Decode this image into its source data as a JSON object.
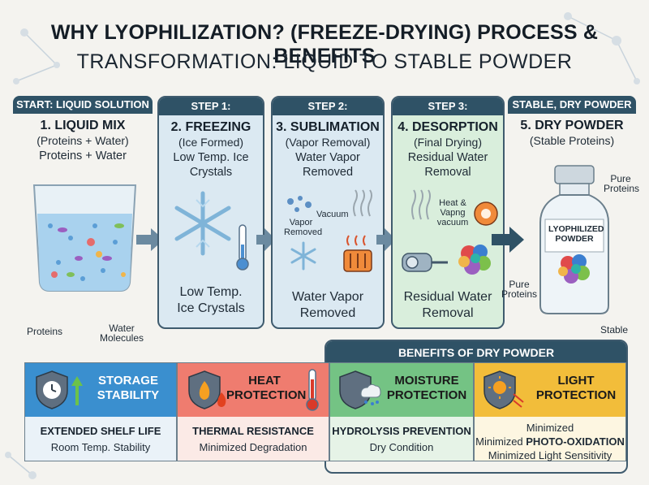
{
  "title": "WHY LYOPHILIZATION? (FREEZE-DRYING) PROCESS & BENEFITS",
  "subtitle": "TRANSFORMATION: LIQUID TO STABLE POWDER",
  "columns": [
    {
      "header": "START: LIQUID SOLUTION",
      "title": "1. LIQUID MIX",
      "sub": "(Proteins + Water)",
      "note": "Proteins + Water",
      "labels": [
        "Proteins",
        "Water Molecules"
      ]
    },
    {
      "header": "STEP 1:",
      "title": "2. FREEZING",
      "sub": "(Ice Formed)",
      "note": "Low Temp. Ice Crystals",
      "bottom": "Low Temp. Ice Crystals"
    },
    {
      "header": "STEP 2:",
      "title": "3. SUBLIMATION",
      "sub": "(Vapor Removal)",
      "note": "Water Vapor Removed",
      "bottom": "Water Vapor Removed",
      "labels": [
        "Vacuum",
        "Vapor Removed"
      ]
    },
    {
      "header": "STEP 3:",
      "title": "4. DESORPTION",
      "sub": "(Final Drying)",
      "note": "Residual Water Removal",
      "bottom": "Residual Water Removal",
      "labels": [
        "Heat & Vapng vacuum"
      ]
    },
    {
      "header": "STABLE, DRY POWDER",
      "title": "5. DRY POWDER",
      "sub": "(Stable Proteins)",
      "labels": [
        "Pure Proteins",
        "LYOPHILIZED POWDER",
        "Pure Proteins",
        "Stable"
      ]
    }
  ],
  "benefits": {
    "header": "BENEFITS OF DRY POWDER",
    "cards": [
      {
        "title": "STORAGE STABILITY",
        "line1": "EXTENDED SHELF LIFE",
        "line2": "Room Temp. Stability",
        "color": "#3a8fcf"
      },
      {
        "title": "HEAT PROTECTION",
        "line1": "THERMAL RESISTANCE",
        "line2": "Minimized Degradation",
        "color": "#ef7c6f"
      },
      {
        "title": "MOISTURE PROTECTION",
        "line1": "HYDROLYSIS PREVENTION",
        "line2": "Dry Condition",
        "color": "#74c384"
      },
      {
        "title": "LIGHT PROTECTION",
        "line1": "Minimized",
        "line2a": "Minimized ",
        "line2b": "PHOTO-OXIDATION",
        "line3": "Minimized Light Sensitivity",
        "color": "#f2bd3a"
      }
    ]
  }
}
